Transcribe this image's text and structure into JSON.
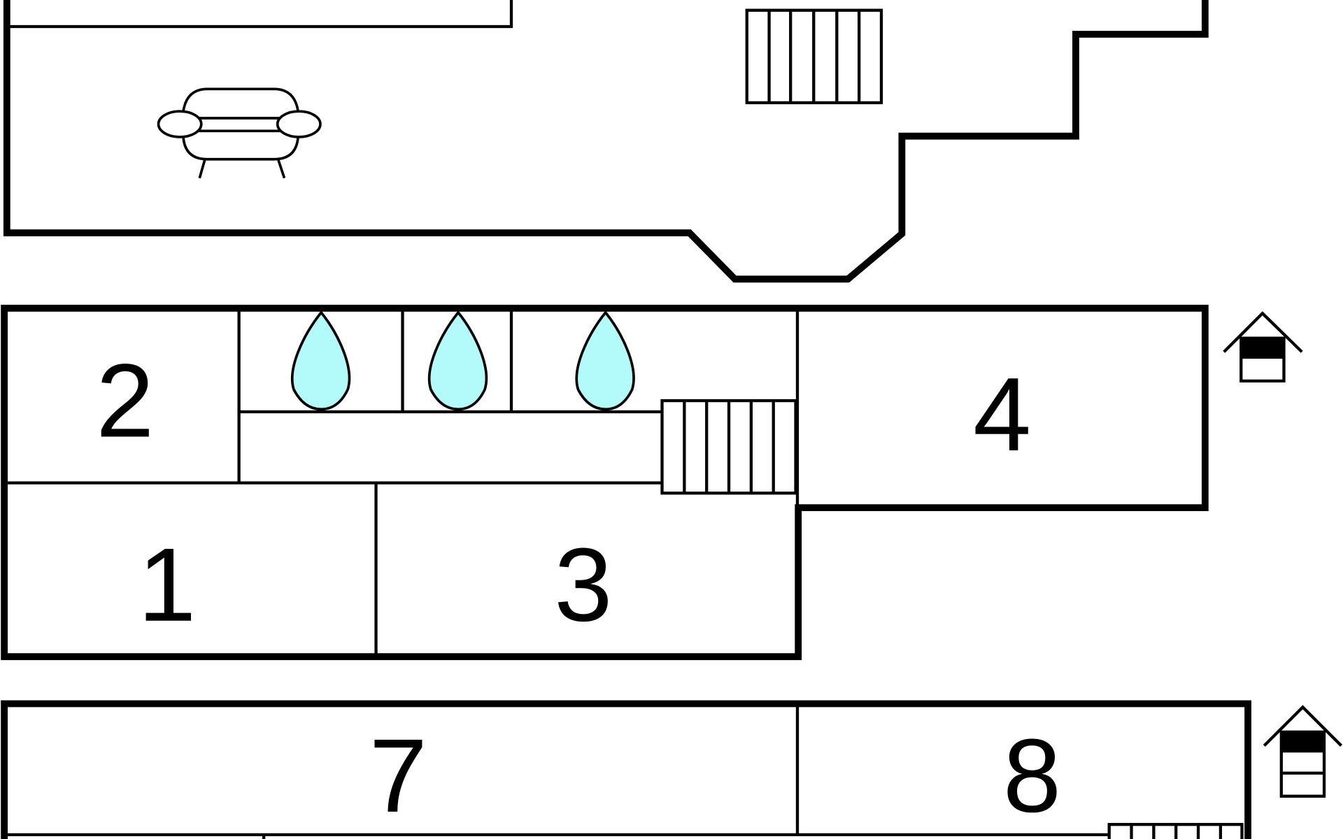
{
  "plan": {
    "rooms": {
      "r1": "1",
      "r2": "2",
      "r3": "3",
      "r4": "4",
      "r7": "7",
      "r8": "8"
    },
    "colors": {
      "wall": "#000000",
      "water_drop": "#b3fbfb",
      "background": "#ffffff"
    },
    "icons": [
      "sofa-icon",
      "stairs-icon",
      "water-drop-icon",
      "house-entrance-icon"
    ]
  }
}
